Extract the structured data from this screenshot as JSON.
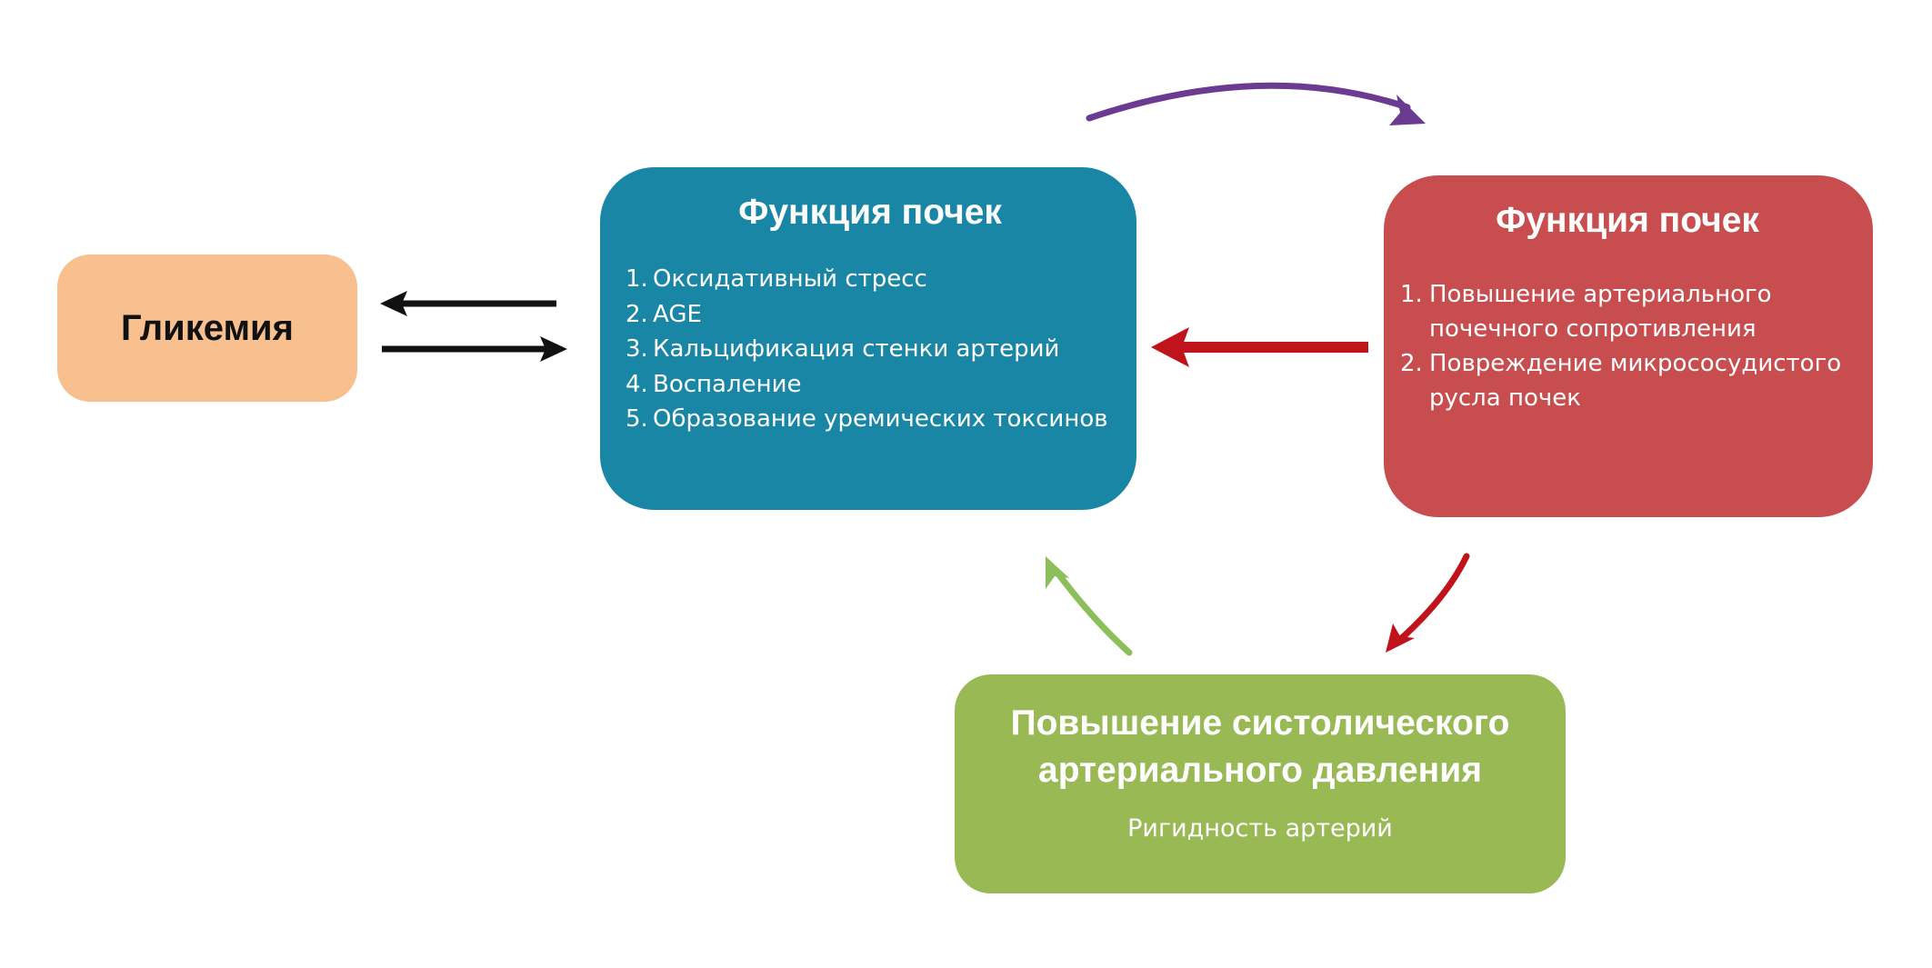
{
  "glycemia": {
    "title": "Гликемия"
  },
  "kidney_blue": {
    "title": "Функция почек",
    "items": [
      {
        "num": "1.",
        "text": "Оксидативный стресс"
      },
      {
        "num": "2.",
        "text": "AGE"
      },
      {
        "num": "3.",
        "text": "Кальцификация стенки артерий"
      },
      {
        "num": "4.",
        "text": "Воспаление"
      },
      {
        "num": "5.",
        "text": "Образование уремических токсинов"
      }
    ]
  },
  "kidney_red": {
    "title": "Функция почек",
    "items": [
      {
        "num": "1.",
        "text": "Повышение артериального почечного сопротивления"
      },
      {
        "num": "2.",
        "text": "Повреждение микрососудистого русла почек"
      }
    ]
  },
  "pressure_green": {
    "title": "Повышение систолического артериального давления",
    "subtitle": "Ригидность артерий"
  },
  "colors": {
    "glycemia_box": "#f7c08e",
    "blue_box": "#1986a6",
    "red_box": "#c74d4f",
    "green_box": "#99b954",
    "arrow_black": "#111111",
    "arrow_purple": "#6b3a91",
    "arrow_red": "#c0141c",
    "arrow_green": "#8cbf5a"
  }
}
